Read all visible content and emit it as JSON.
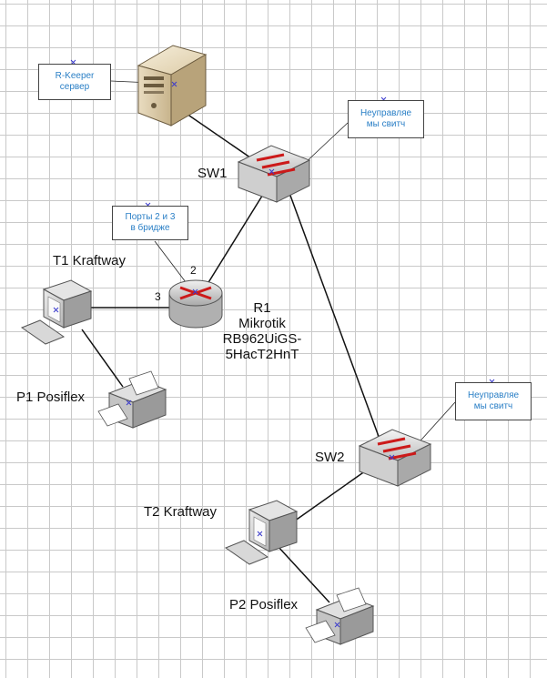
{
  "callouts": {
    "rkeeper": {
      "line1": "R-Keeper",
      "line2": "сервер"
    },
    "ports": {
      "line1": "Порты 2 и 3",
      "line2": "в бридже"
    },
    "sw1_note": {
      "line1": "Неуправляе",
      "line2": "мы свитч"
    },
    "sw2_note": {
      "line1": "Неуправляе",
      "line2": "мы свитч"
    }
  },
  "devices": {
    "sw1": {
      "label": "SW1",
      "icon": "switch-icon"
    },
    "sw2": {
      "label": "SW2",
      "icon": "switch-icon"
    },
    "r1": {
      "label_line1": "R1",
      "label_line2": "Mikrotik",
      "label_line3": "RB962UiGS-",
      "label_line4": "5HacT2HnT",
      "icon": "router-icon"
    },
    "t1": {
      "label": "T1 Kraftway",
      "icon": "workstation-icon"
    },
    "t2": {
      "label": "T2 Kraftway",
      "icon": "workstation-icon"
    },
    "p1": {
      "label": "P1 Posiflex",
      "icon": "printer-icon"
    },
    "p2": {
      "label": "P2 Posiflex",
      "icon": "printer-icon"
    },
    "server": {
      "icon": "server-icon"
    }
  },
  "ports": {
    "r1_to_sw1": "2",
    "r1_to_t1": "3"
  },
  "colors": {
    "callout_text": "#2a7fc6",
    "switch_arrows": "#cc1a1a",
    "grid": "#c9c9c9"
  }
}
